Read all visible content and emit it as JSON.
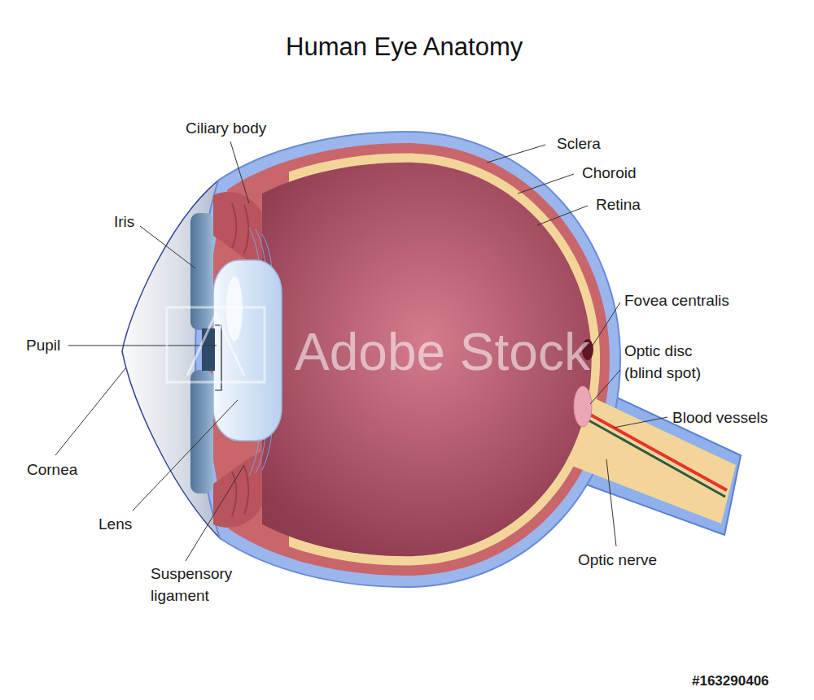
{
  "diagram": {
    "title": "Human Eye Anatomy",
    "labels": [
      "Ciliary body",
      "Sclera",
      "Choroid",
      "Retina",
      "Iris",
      "Fovea centralis",
      "Optic disc (blind spot)",
      "Pupil",
      "Blood vessels",
      "Cornea",
      "Lens",
      "Suspensory ligament",
      "Optic nerve",
      "Adobe Stock",
      "#163290406"
    ]
  }
}
